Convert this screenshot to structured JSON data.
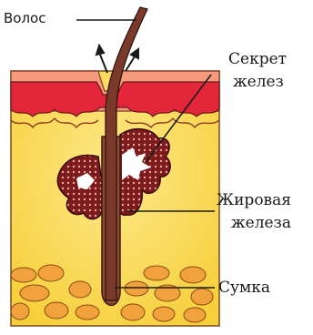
{
  "labels": {
    "hair": "Волос",
    "secretion_line1": "Секрет",
    "secretion_line2": "желез",
    "gland_line1": "Жировая",
    "gland_line2": "железа",
    "follicle": "Сумка"
  },
  "colors": {
    "dermis": "#f9d64a",
    "epidermis": "#e3263a",
    "skin_top": "#f59a7a",
    "hair": "#7a3a2a",
    "gland_fill": "#8a1f1f",
    "fat_cells": "#f4a040",
    "leader": "#1a1a1a"
  }
}
